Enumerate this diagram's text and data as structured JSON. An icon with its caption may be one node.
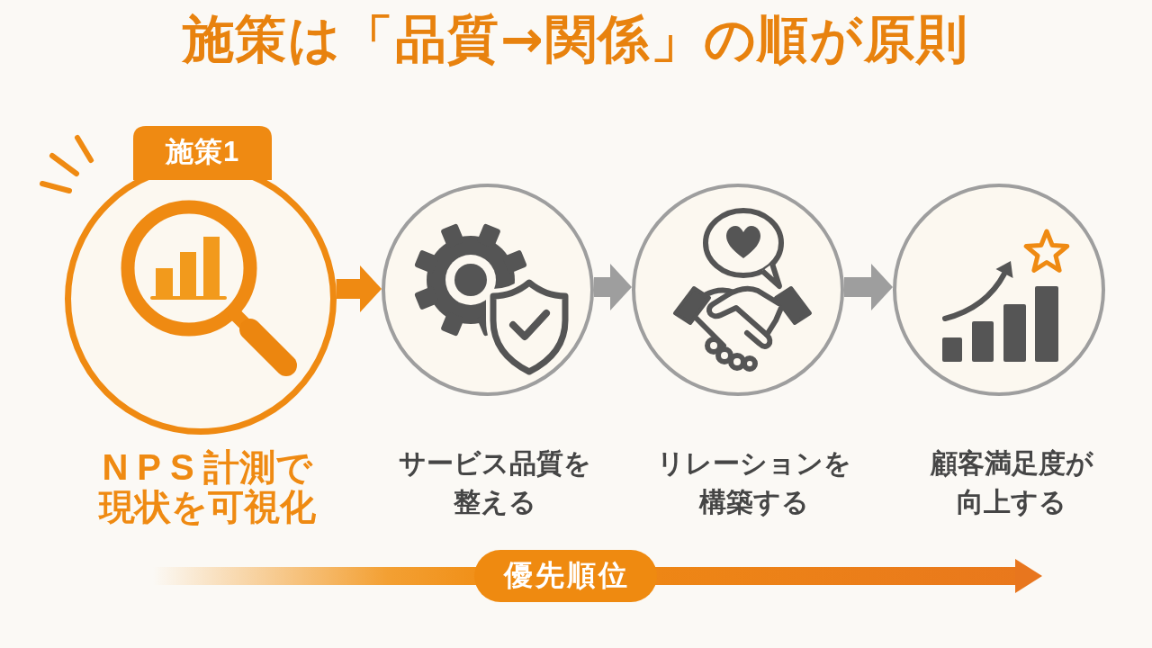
{
  "diagram": {
    "title": "施策は「品質→関係」の順が原則",
    "nodes": [
      {
        "text": [
          "施策1"
        ],
        "beside": [
          "NPS計測で現状を可視化"
        ]
      },
      {
        "text": [],
        "shape": "circle",
        "beside": [
          "サービス品質を整える"
        ]
      },
      {
        "text": [],
        "shape": "circle",
        "beside": [
          "リレーションを構築する"
        ]
      },
      {
        "text": [],
        "shape": "circle",
        "beside": [
          "顧客満足度が向上する"
        ]
      },
      {
        "text": [
          "優先順位"
        ]
      }
    ],
    "edges": [
      {
        "from": 0,
        "to": 1,
        "arrow": "to",
        "color": "#ef8a12"
      },
      {
        "from": 1,
        "to": 2,
        "arrow": "to"
      },
      {
        "from": 2,
        "to": 3,
        "arrow": "to"
      }
    ]
  }
}
